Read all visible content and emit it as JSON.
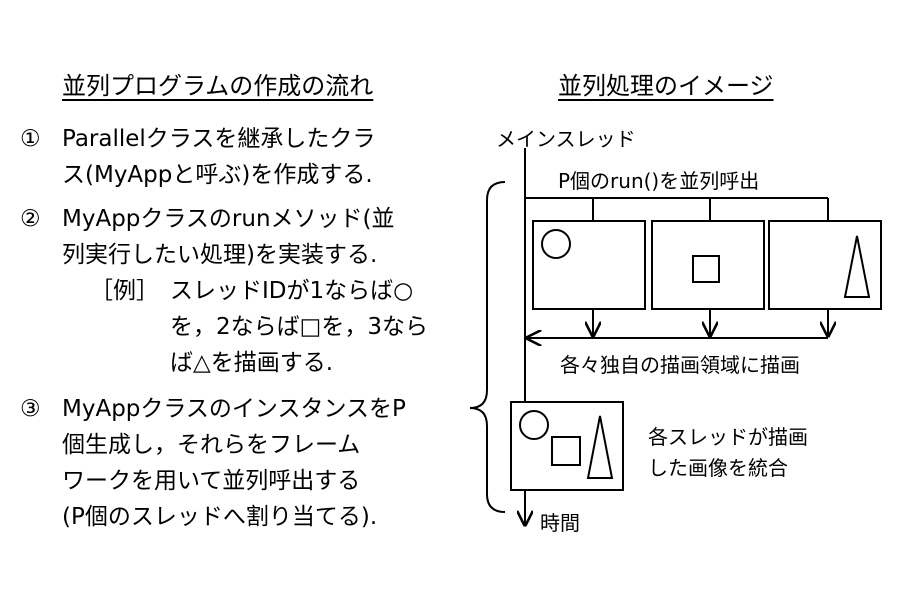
{
  "left": {
    "title": "並列プログラムの作成の流れ",
    "steps": [
      {
        "num": "①",
        "lines": [
          "Parallelクラスを継承したクラ",
          "ス(MyAppと呼ぶ)を作成する."
        ]
      },
      {
        "num": "②",
        "lines": [
          "MyAppクラスのrunメソッド(並",
          "列実行したい処理)を実装する."
        ]
      },
      {
        "num": "③",
        "lines": [
          "MyAppクラスのインスタンスをP",
          "個生成し，それらをフレーム",
          "ワークを用いて並列呼出する",
          "(P個のスレッドへ割り当てる)."
        ]
      }
    ],
    "example": {
      "tag": "［例］",
      "lines": [
        "スレッドIDが1ならば○",
        "を，2ならば□を，3なら",
        "ば△を描画する."
      ]
    }
  },
  "right": {
    "title": "並列処理のイメージ",
    "thread_label": "メインスレッド",
    "call_label": "P個のrun()を並列呼出",
    "draw_label": "各々独自の描画領域に描画",
    "merge_lines": [
      "各スレッドが描画",
      "した画像を統合"
    ],
    "time_label": "時間"
  }
}
